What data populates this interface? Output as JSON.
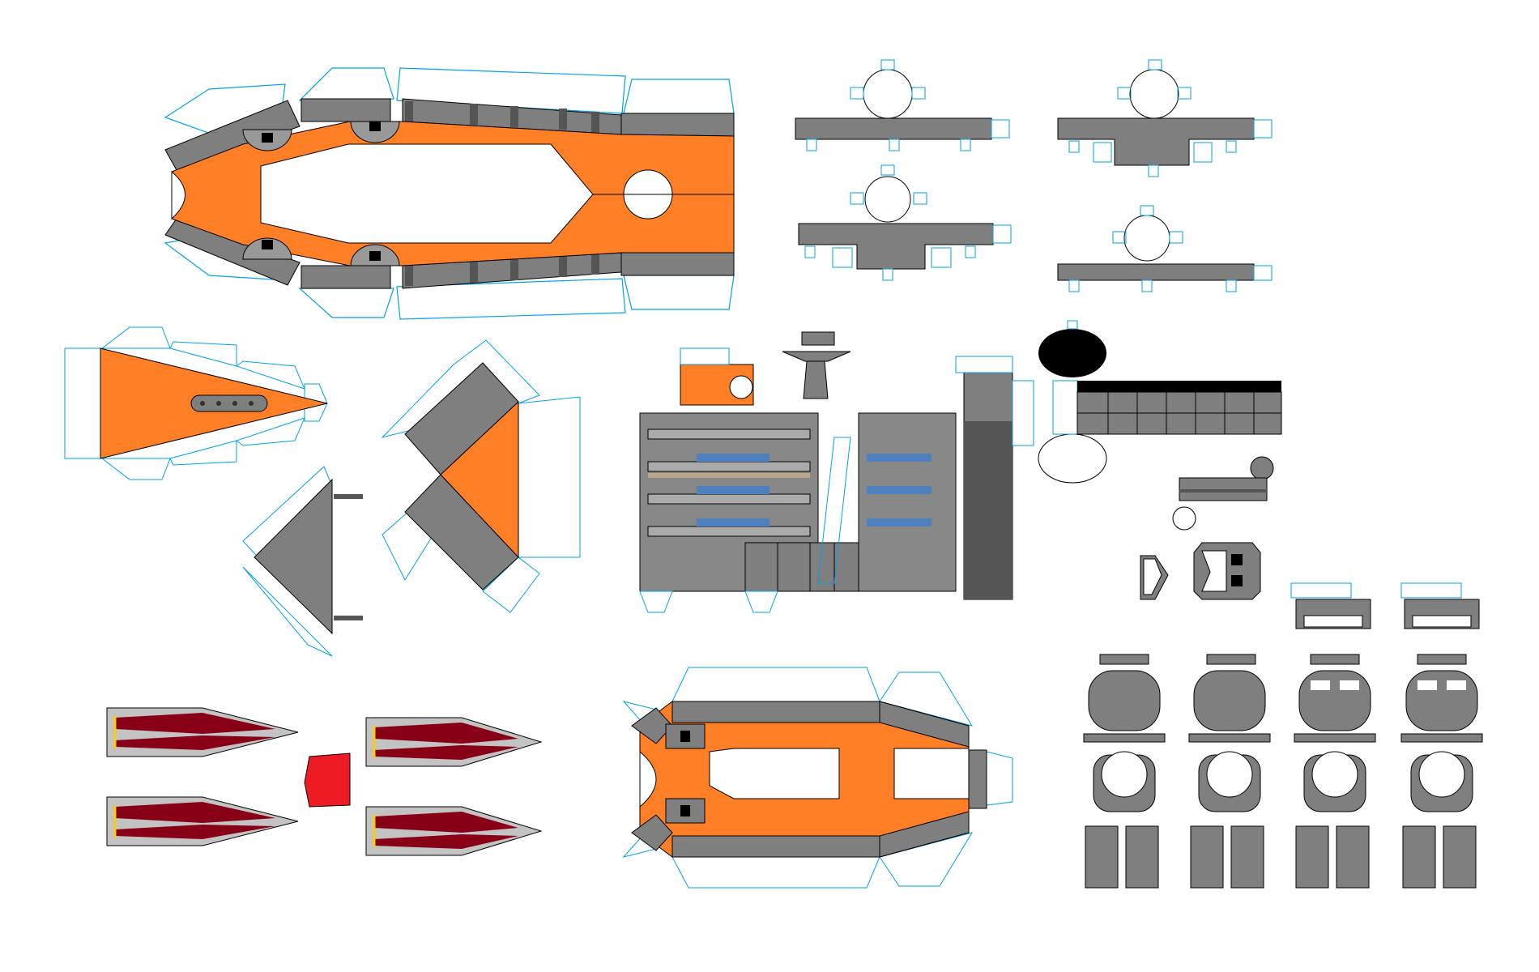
{
  "sheet": {
    "kind": "papercraft-template",
    "background": "#ffffff"
  },
  "colors": {
    "orange": "#ff7f27",
    "gray": "#7f7f7f",
    "dark_gray": "#555555",
    "light_gray": "#c3c3c3",
    "tab_outline": "#00a2e8",
    "outline": "#000000",
    "dark_red": "#880015",
    "red": "#ed1c24",
    "yellow": "#ffc90e",
    "blue_window": "#4f81bd",
    "tan": "#b9a58a",
    "black": "#000000",
    "white": "#ffffff"
  },
  "parts": [
    "hull-top",
    "turret-bases",
    "bow-piece",
    "prow-plates",
    "superstructure",
    "mast-pieces",
    "small-fittings",
    "missile-pods",
    "hull-bottom",
    "figure-pieces"
  ]
}
